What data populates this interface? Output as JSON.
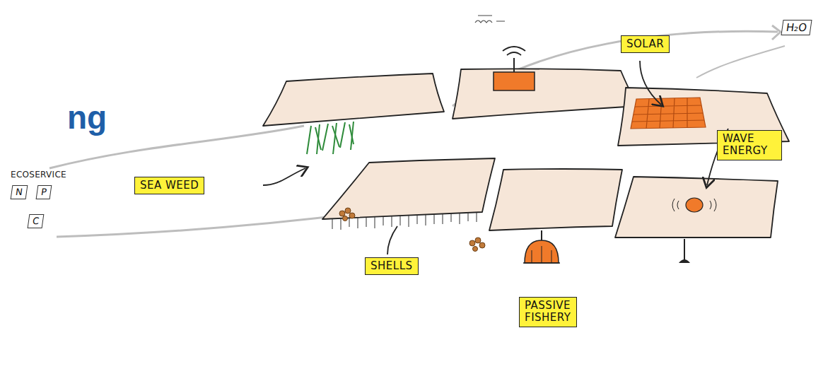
{
  "diagram": {
    "title": "ng",
    "nodes": [
      {
        "text": [
          "H₂O"
        ]
      },
      {
        "text": [
          "SOLAR"
        ]
      },
      {
        "text": [
          "WAVE ENERGY"
        ]
      },
      {
        "text": [
          "SEA WEED"
        ]
      },
      {
        "text": [
          "N"
        ]
      },
      {
        "text": [
          "P"
        ]
      },
      {
        "text": [
          "C"
        ]
      },
      {
        "text": [
          "SHELLS"
        ]
      },
      {
        "text": [
          "PASSIVE FISHERY"
        ]
      }
    ],
    "labels": [
      "ECOSERVICE"
    ]
  }
}
